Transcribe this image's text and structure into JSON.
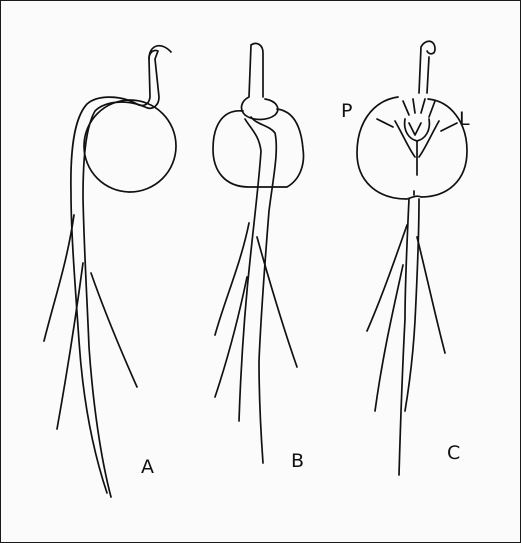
{
  "figure": {
    "panels": [
      {
        "id": "A",
        "label": "A"
      },
      {
        "id": "B",
        "label": "B"
      },
      {
        "id": "C",
        "label": "C",
        "part_labels": [
          "P",
          "L"
        ]
      }
    ]
  }
}
